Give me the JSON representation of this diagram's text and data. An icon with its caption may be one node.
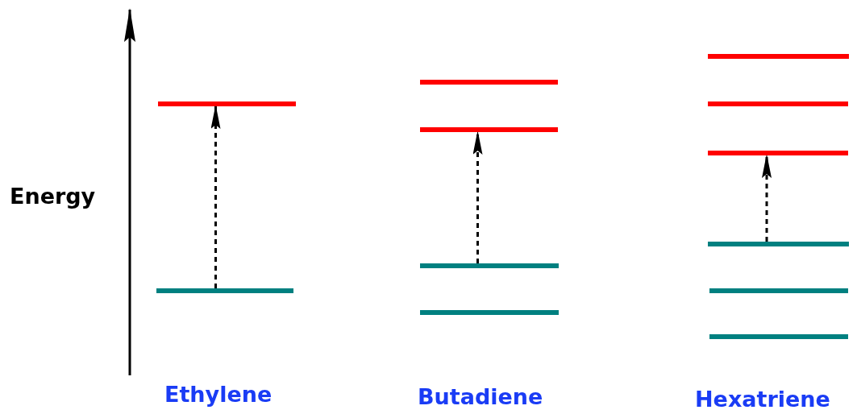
{
  "diagram": {
    "nodes": [
      {
        "text": [],
        "shape": "bar"
      },
      {
        "text": [],
        "shape": "bar"
      },
      {
        "text": [],
        "shape": "bar"
      },
      {
        "text": [],
        "shape": "bar"
      },
      {
        "text": [],
        "shape": "bar"
      },
      {
        "text": [],
        "shape": "bar"
      },
      {
        "text": [],
        "shape": "bar"
      },
      {
        "text": [],
        "shape": "bar"
      },
      {
        "text": [],
        "shape": "bar"
      },
      {
        "text": [],
        "shape": "bar"
      },
      {
        "text": [],
        "shape": "bar"
      },
      {
        "text": [],
        "shape": "bar"
      }
    ],
    "edges": [
      {
        "from": 1,
        "to": 0,
        "arrow": "to",
        "style": "dashed"
      },
      {
        "from": 4,
        "to": 3,
        "arrow": "to",
        "style": "dashed"
      },
      {
        "from": 9,
        "to": 8,
        "arrow": "to",
        "style": "dashed"
      }
    ],
    "labels": [
      "Energy",
      "Ethylene",
      "Butadiene",
      "Hexatriene"
    ]
  }
}
